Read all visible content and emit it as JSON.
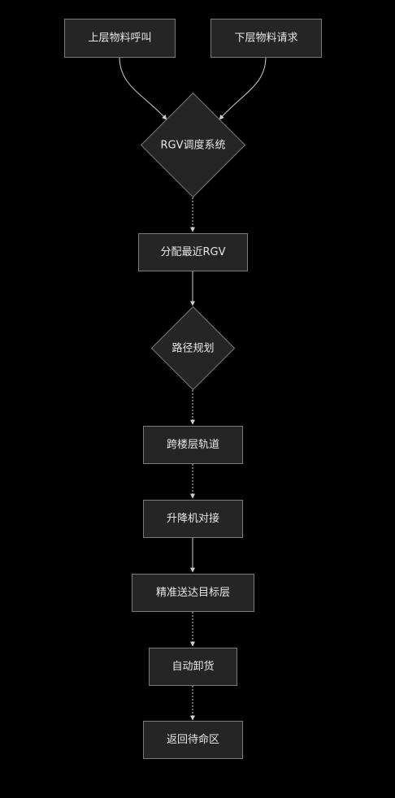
{
  "flowchart": {
    "nodes": {
      "upper_call": {
        "label": "上层物料呼叫"
      },
      "lower_request": {
        "label": "下层物料请求"
      },
      "rgv_dispatch": {
        "label": "RGV调度系统"
      },
      "assign_rgv": {
        "label": "分配最近RGV"
      },
      "path_plan": {
        "label": "路径规划"
      },
      "cross_floor": {
        "label": "跨楼层轨道"
      },
      "elevator_dock": {
        "label": "升降机对接"
      },
      "deliver_target": {
        "label": "精准送达目标层"
      },
      "auto_unload": {
        "label": "自动卸货"
      },
      "return_standby": {
        "label": "返回待命区"
      }
    },
    "edges": [
      {
        "from": "upper_call",
        "to": "rgv_dispatch"
      },
      {
        "from": "lower_request",
        "to": "rgv_dispatch"
      },
      {
        "from": "rgv_dispatch",
        "to": "assign_rgv"
      },
      {
        "from": "assign_rgv",
        "to": "path_plan"
      },
      {
        "from": "path_plan",
        "to": "cross_floor"
      },
      {
        "from": "cross_floor",
        "to": "elevator_dock"
      },
      {
        "from": "elevator_dock",
        "to": "deliver_target"
      },
      {
        "from": "deliver_target",
        "to": "auto_unload"
      },
      {
        "from": "auto_unload",
        "to": "return_standby"
      }
    ]
  }
}
